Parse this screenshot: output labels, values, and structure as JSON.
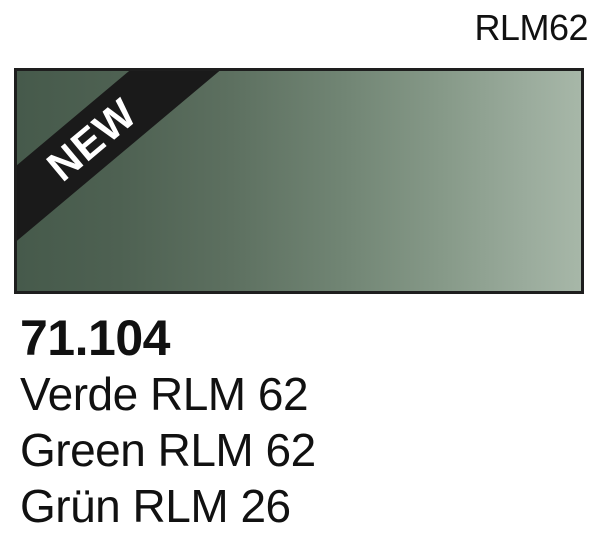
{
  "header": {
    "code": "RLM62"
  },
  "swatch": {
    "badge": "NEW",
    "colors": {
      "dark": "#465a4b",
      "light": "#a7b7a8",
      "border": "#1e1e1e",
      "badge_bg": "#1a1a1a"
    }
  },
  "product": {
    "code": "71.104",
    "name_es": "Verde RLM 62",
    "name_en": "Green RLM 62",
    "name_de": "Grün RLM 26"
  }
}
